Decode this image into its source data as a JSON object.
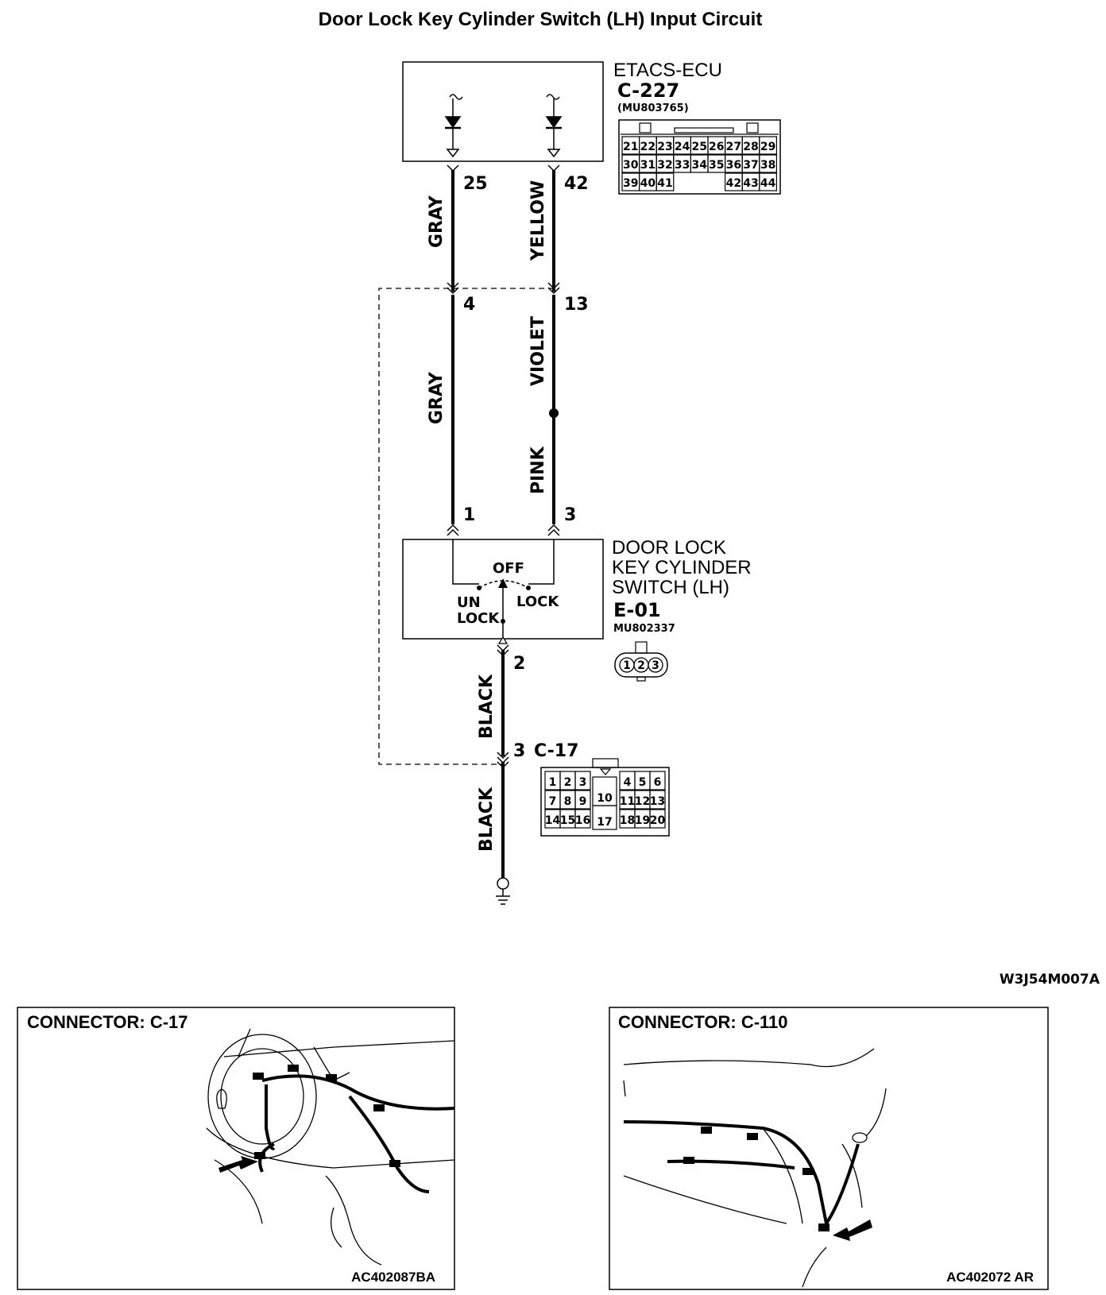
{
  "title": "Door Lock Key Cylinder Switch (LH) Input Circuit",
  "ecu": {
    "name": "ETACS-ECU",
    "connector": "C-227",
    "part_number": "(MU803765)",
    "pin_grid": [
      [
        "21",
        "22",
        "23",
        "24",
        "25",
        "26",
        "27",
        "28",
        "29"
      ],
      [
        "30",
        "31",
        "32",
        "33",
        "34",
        "35",
        "36",
        "37",
        "38"
      ],
      [
        "39",
        "40",
        "41",
        "",
        "",
        "",
        "42",
        "43",
        "44"
      ]
    ]
  },
  "wires": {
    "left_upper": {
      "color": "GRAY",
      "pin_top": "25",
      "pin_bottom": "4"
    },
    "right_upper": {
      "color": "YELLOW",
      "pin_top": "42",
      "pin_bottom": "13"
    },
    "left_lower": {
      "color": "GRAY",
      "pin_bottom": "1"
    },
    "right_mid": {
      "color": "VIOLET"
    },
    "right_lower": {
      "color": "PINK",
      "pin_bottom": "3"
    },
    "ground_upper": {
      "color": "BLACK",
      "pin_top": "2",
      "pin_bottom": "3"
    },
    "ground_lower": {
      "color": "BLACK"
    }
  },
  "switch": {
    "name_lines": [
      "DOOR LOCK",
      "KEY CYLINDER",
      "SWITCH (LH)"
    ],
    "connector": "E-01",
    "part_number": "MU802337",
    "pins": [
      "1",
      "2",
      "3"
    ],
    "positions": {
      "off": "OFF",
      "unlock_1": "UN",
      "unlock_2": "LOCK",
      "lock": "LOCK"
    }
  },
  "junction": {
    "connector": "C-17",
    "pin_grid_left": [
      [
        "1",
        "2",
        "3"
      ],
      [
        "7",
        "8",
        "9"
      ],
      [
        "14",
        "15",
        "16"
      ]
    ],
    "pin_grid_mid": [
      "10",
      "17"
    ],
    "pin_grid_right": [
      [
        "4",
        "5",
        "6"
      ],
      [
        "11",
        "12",
        "13"
      ],
      [
        "18",
        "19",
        "20"
      ]
    ]
  },
  "figure_code": "W3J54M007A",
  "panels": [
    {
      "label": "CONNECTOR: C-17",
      "code": "AC402087BA"
    },
    {
      "label": "CONNECTOR: C-110",
      "code": "AC402072 AR"
    }
  ]
}
